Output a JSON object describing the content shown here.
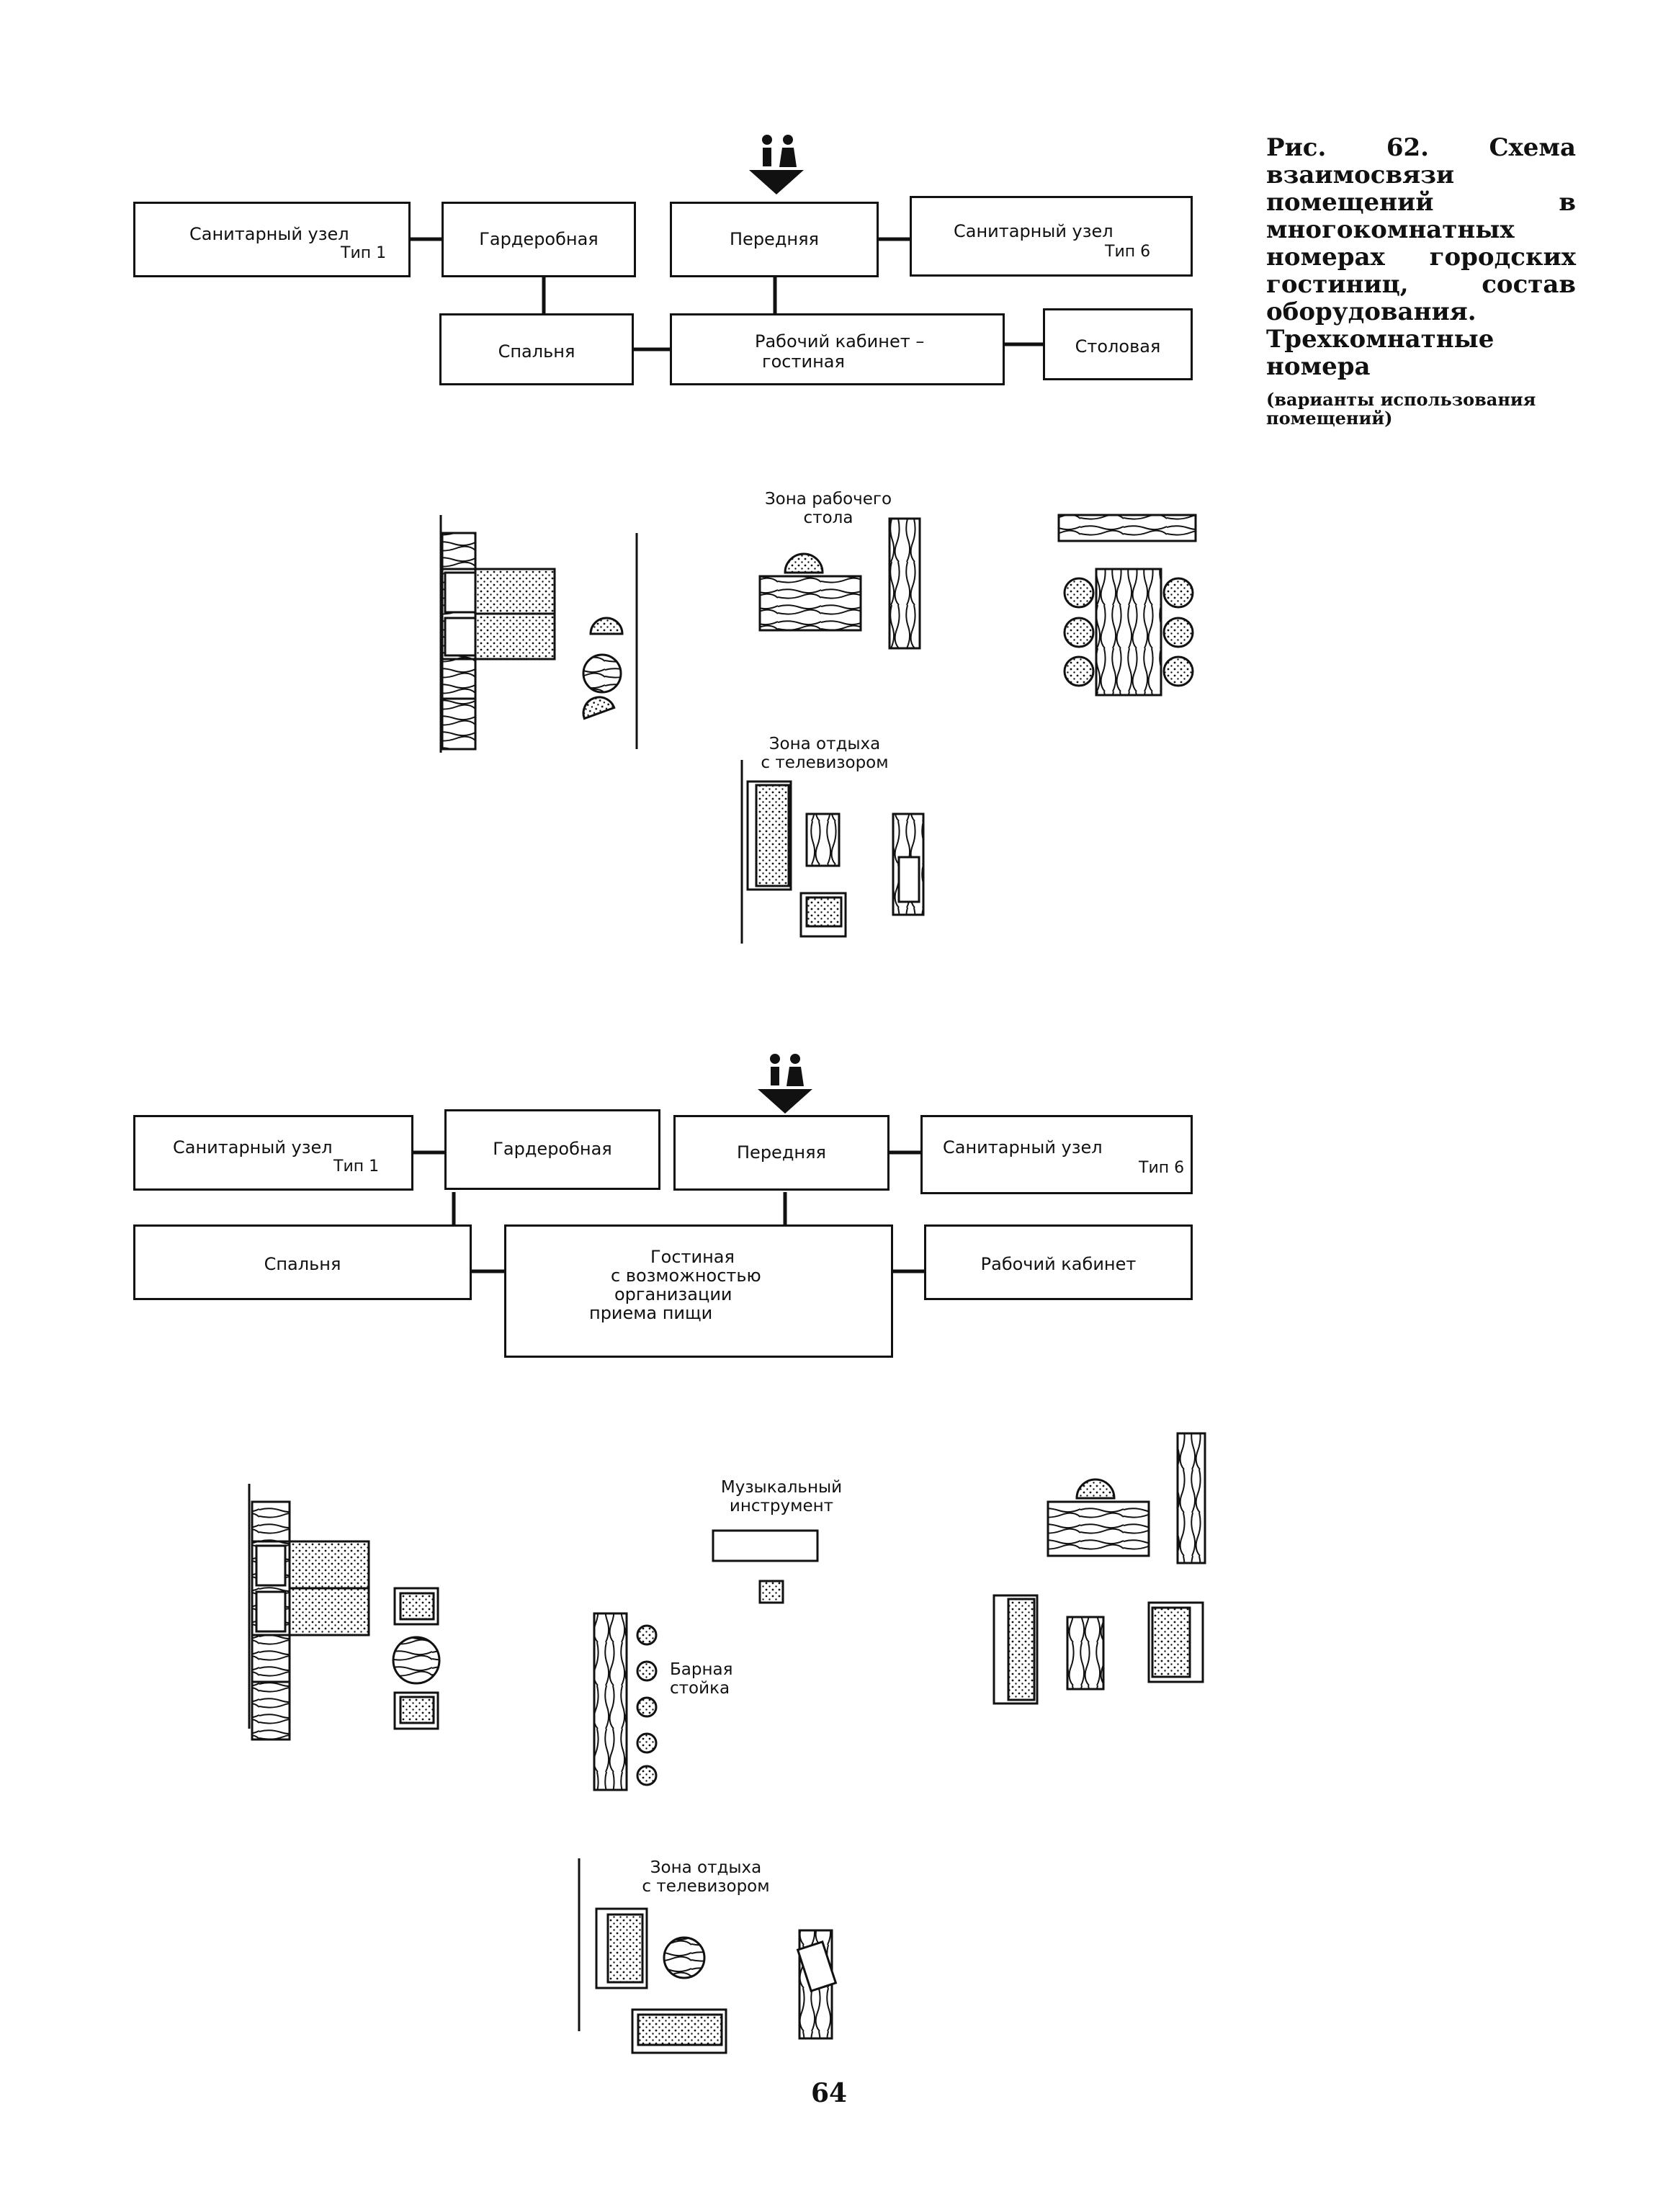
{
  "caption": {
    "title": "Рис. 62. Схема взаимосвязи помещений в многокомнатных номерах городских гостиниц, состав оборудования. Трехкомнатные номера",
    "subtitle": "(варианты использования помещений)"
  },
  "scheme1": {
    "rooms": {
      "sanuzel1": "Санитарный узел",
      "sanuzel1_type": "Тип 1",
      "garderob": "Гардеробная",
      "perednyaya": "Передняя",
      "sanuzel6": "Санитарный узел",
      "sanuzel6_type": "Тип 6",
      "spalnya": "Спальня",
      "kabinet_line1": "Рабочий кабинет –",
      "kabinet_line2": "гостиная",
      "stolovaya": "Столовая"
    },
    "zones": {
      "work_line1": "Зона рабочего",
      "work_line2": "стола",
      "rest_line1": "Зона отдыха",
      "rest_line2": "с телевизором"
    }
  },
  "scheme2": {
    "rooms": {
      "sanuzel1": "Санитарный узел",
      "sanuzel1_type": "Тип 1",
      "garderob": "Гардеробная",
      "perednyaya": "Передняя",
      "sanuzel6": "Санитарный узел",
      "sanuzel6_type": "Тип 6",
      "spalnya": "Спальня",
      "gostinaya_line1": "Гостиная",
      "gostinaya_line2": "с возможностью",
      "gostinaya_line3": "организации",
      "gostinaya_line4": "приема пищи",
      "kabinet": "Рабочий кабинет"
    },
    "zones": {
      "music_line1": "Музыкальный",
      "music_line2": "инструмент",
      "bar_line1": "Барная",
      "bar_line2": "стойка",
      "rest_line1": "Зона отдыха",
      "rest_line2": "с телевизором"
    }
  },
  "page_number": "64"
}
